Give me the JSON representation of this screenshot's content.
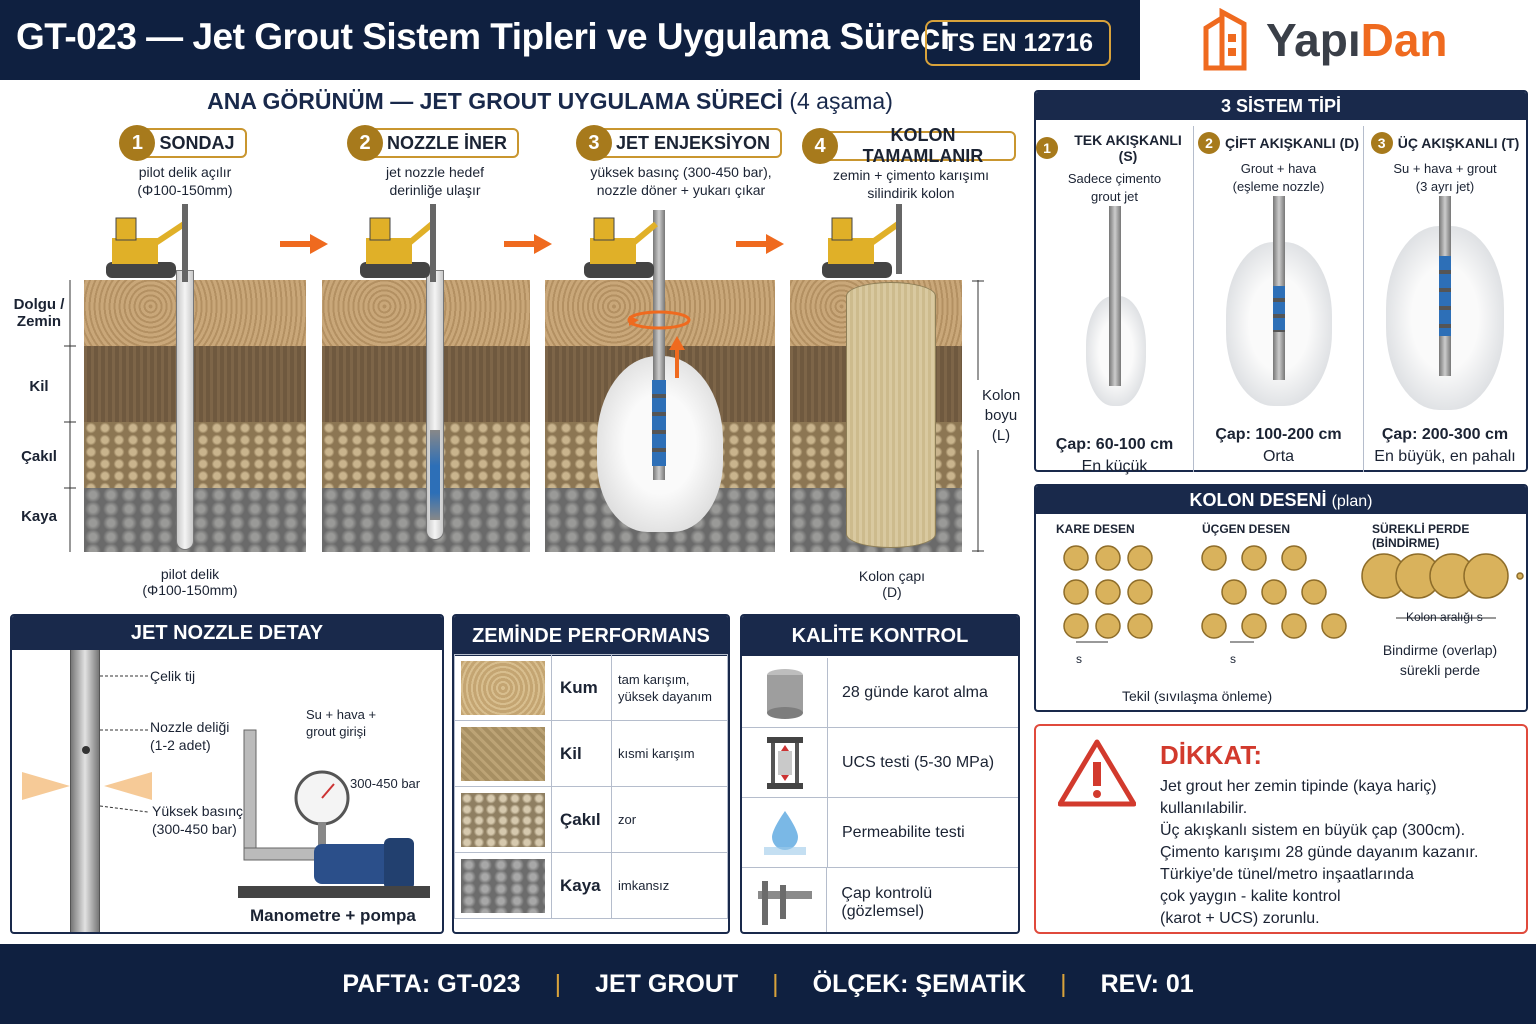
{
  "header": {
    "title": "GT-023 — Jet Grout Sistem Tipleri ve Uygulama Süreci",
    "standard": "TS EN 12716",
    "logo_a": "Yapı",
    "logo_b": "Dan"
  },
  "main": {
    "title": "ANA GÖRÜNÜM — JET GROUT UYGULAMA SÜRECİ",
    "subtitle": "(4 aşama)",
    "steps": [
      {
        "num": "1",
        "label": "SONDAJ",
        "desc1": "pilot delik açılır",
        "desc2": "(Φ100-150mm)"
      },
      {
        "num": "2",
        "label": "NOZZLE İNER",
        "desc1": "jet nozzle hedef",
        "desc2": "derinliğe ulaşır"
      },
      {
        "num": "3",
        "label": "JET ENJEKSİYON",
        "desc1": "yüksek basınç (300-450 bar),",
        "desc2": "nozzle döner + yukarı çıkar"
      },
      {
        "num": "4",
        "label": "KOLON TAMAMLANIR",
        "desc1": "zemin + çimento karışımı",
        "desc2": "silindirik kolon"
      }
    ],
    "layers": [
      "Dolgu /",
      "Zemin",
      "Kil",
      "Çakıl",
      "Kaya"
    ],
    "pilot_label": "pilot delik",
    "pilot_size": "(Φ100-150mm)",
    "col_len1": "Kolon",
    "col_len2": "boyu",
    "col_len3": "(L)",
    "col_dia1": "Kolon çapı",
    "col_dia2": "(D)"
  },
  "systems": {
    "title": "3 SİSTEM TİPİ",
    "items": [
      {
        "num": "1",
        "label": "TEK AKIŞKANLI (S)",
        "desc1": "Sadece çimento",
        "desc2": "grout jet",
        "dia": "Çap: 60-100 cm",
        "note": "En küçük"
      },
      {
        "num": "2",
        "label": "ÇİFT AKIŞKANLI (D)",
        "desc1": "Grout + hava",
        "desc2": "(eşleme nozzle)",
        "dia": "Çap: 100-200 cm",
        "note": "Orta"
      },
      {
        "num": "3",
        "label": "ÜÇ AKIŞKANLI (T)",
        "desc1": "Su + hava + grout",
        "desc2": "(3 ayrı jet)",
        "dia": "Çap: 200-300 cm",
        "note": "En büyük, en pahalı"
      }
    ]
  },
  "pattern": {
    "title": "KOLON DESENİ",
    "title_sub": "(plan)",
    "square": "KARE DESEN",
    "triangle": "ÜÇGEN DESEN",
    "curtain": "SÜREKLİ PERDE (BİNDİRME)",
    "s": "s",
    "spacing": "Kolon aralığı s",
    "overlap1": "Bindirme (overlap)",
    "overlap2": "sürekli perde",
    "single": "Tekil (sıvılaşma önleme)"
  },
  "nozzle": {
    "title": "JET NOZZLE DETAY",
    "rod": "Çelik tij",
    "hole1": "Nozzle deliği",
    "hole2": "(1-2 adet)",
    "press1": "Yüksek basınç",
    "press2": "(300-450 bar)",
    "inlet1": "Su + hava +",
    "inlet2": "grout girişi",
    "bar": "300-450 bar",
    "pump": "Manometre + pompa"
  },
  "perf": {
    "title": "ZEMİNDE PERFORMANS",
    "rows": [
      {
        "soil": "Kum",
        "text1": "tam karışım,",
        "text2": "yüksek dayanım"
      },
      {
        "soil": "Kil",
        "text1": "kısmi karışım",
        "text2": ""
      },
      {
        "soil": "Çakıl",
        "text1": "zor",
        "text2": ""
      },
      {
        "soil": "Kaya",
        "text1": "imkansız",
        "text2": ""
      }
    ]
  },
  "quality": {
    "title": "KALİTE KONTROL",
    "rows": [
      {
        "text": "28 günde karot alma",
        "icon": "core-sample-icon"
      },
      {
        "text": "UCS testi (5-30 MPa)",
        "icon": "ucs-press-icon"
      },
      {
        "text": "Permeabilite testi",
        "icon": "water-drop-icon"
      },
      {
        "text": "Çap kontrolü (gözlemsel)",
        "icon": "caliper-icon"
      }
    ]
  },
  "warning": {
    "title": "DİKKAT:",
    "lines": [
      "Jet grout her zemin tipinde (kaya hariç)",
      "kullanılabilir.",
      "Üç akışkanlı sistem en büyük çap (300cm).",
      "Çimento karışımı 28 günde dayanım kazanır.",
      "Türkiye'de tünel/metro inşaatlarında",
      "çok yaygın - kalite kontrol",
      "(karot + UCS) zorunlu."
    ]
  },
  "footer": {
    "sheet": "PAFTA: GT-023",
    "topic": "JET GROUT",
    "scale": "ÖLÇEK: ŞEMATİK",
    "rev": "REV: 01"
  },
  "colors": {
    "navy": "#0f2040",
    "gold": "#c9962f",
    "orange": "#ef6a1f",
    "red": "#d23a2d"
  }
}
